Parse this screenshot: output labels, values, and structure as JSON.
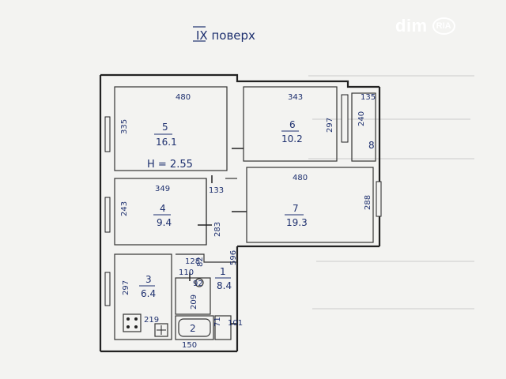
{
  "floor_title": "IX поверх",
  "watermark": {
    "brand": "dim",
    "sub": "RIA"
  },
  "height_note": "H = 2.55",
  "rooms": [
    {
      "id": "5",
      "area": "16.1"
    },
    {
      "id": "6",
      "area": "10.2"
    },
    {
      "id": "4",
      "area": "9.4"
    },
    {
      "id": "7",
      "area": "19.3"
    },
    {
      "id": "3",
      "area": "6.4"
    },
    {
      "id": "1",
      "area": "8.4"
    },
    {
      "id": "2",
      "area": ""
    },
    {
      "id": "8",
      "area": ""
    }
  ],
  "dimensions": {
    "room5_top": "480",
    "room5_side": "335",
    "room6_top": "343",
    "room6_side": "297",
    "room8_top": "135",
    "room8_side": "240",
    "room7_top": "480",
    "room7_side": "288",
    "room4_top": "349",
    "room4_side": "243",
    "corridor_top": "133",
    "corridor_vert": "283",
    "hall_side": "596",
    "kitchen_side": "297",
    "kitchen_bottom": "219",
    "hall_w1": "128",
    "hall_w2": "110",
    "hall_w3": "82",
    "hall_d1": "92",
    "hall_d2": "209",
    "bath_bottom": "150",
    "wc_a": "71",
    "wc_b": "101"
  }
}
